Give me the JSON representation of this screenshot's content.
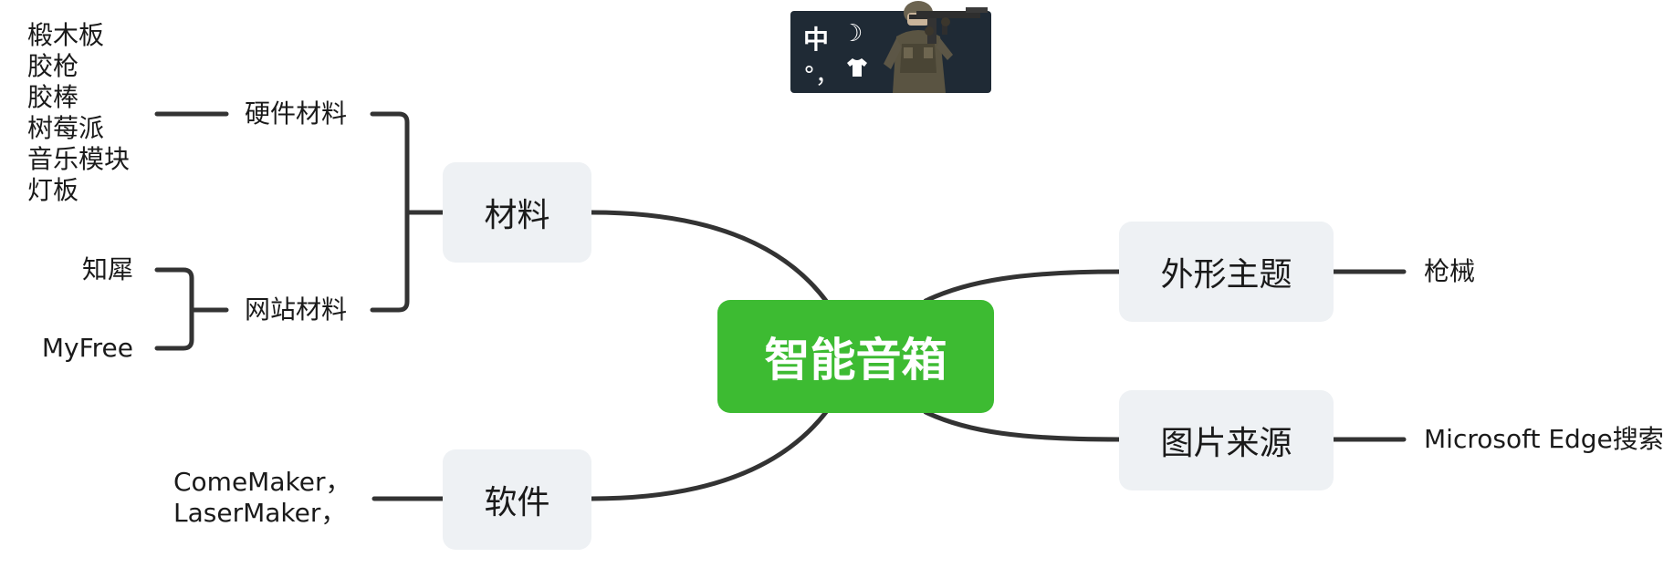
{
  "mindmap": {
    "center": "智能音箱",
    "branches": {
      "materials": {
        "label": "材料",
        "hardware": {
          "label": "硬件材料",
          "items": [
            "椴木板",
            "胶枪",
            "胶棒",
            "树莓派",
            "音乐模块",
            "灯板"
          ]
        },
        "website": {
          "label": "网站材料",
          "items": [
            "知犀",
            "MyFree"
          ]
        }
      },
      "software": {
        "label": "软件",
        "items": [
          "ComeMaker，",
          "LaserMaker，"
        ]
      },
      "theme": {
        "label": "外形主题",
        "item": "枪械"
      },
      "image_source": {
        "label": "图片来源",
        "item": "Microsoft Edge搜索"
      }
    }
  },
  "ime_toolbar": {
    "mode": "中",
    "moon_icon": "moon-icon",
    "punct": "°，",
    "skin_icon": "shirt-icon",
    "avatar": "soldier-avatar"
  },
  "colors": {
    "center": "#3dbb32",
    "node_bg": "#eef1f4",
    "line": "#333333",
    "ime_bg": "#1f2a35"
  }
}
